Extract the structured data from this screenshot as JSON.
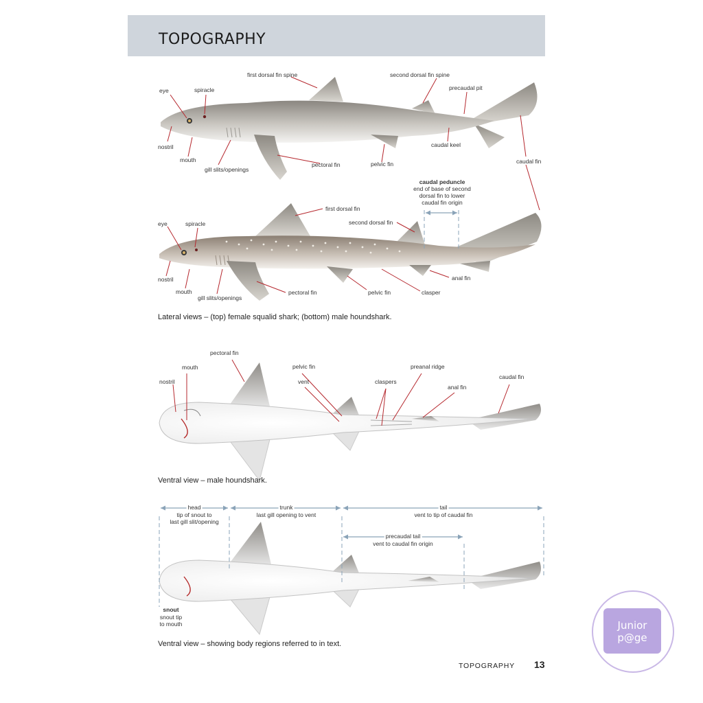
{
  "page": {
    "header_title": "TOPOGRAPHY",
    "running_head": "TOPOGRAPHY",
    "page_number": "13"
  },
  "figure1": {
    "top_labels": {
      "eye": "eye",
      "spiracle": "spiracle",
      "first_dorsal_fin_spine": "first dorsal fin spine",
      "second_dorsal_fin_spine": "second dorsal fin spine",
      "precaudal_pit": "precaudal pit",
      "nostril": "nostril",
      "mouth": "mouth",
      "gill_slits": "gill slits/openings",
      "pectoral_fin": "pectoral fin",
      "pelvic_fin": "pelvic fin",
      "caudal_keel": "caudal keel",
      "caudal_fin": "caudal fin"
    },
    "bottom_labels": {
      "caudal_peduncle_title": "caudal peduncle",
      "caudal_peduncle_desc_1": "end of base of second",
      "caudal_peduncle_desc_2": "dorsal fin to lower",
      "caudal_peduncle_desc_3": "caudal fin origin",
      "first_dorsal_fin": "first dorsal fin",
      "second_dorsal_fin": "second dorsal fin",
      "eye": "eye",
      "spiracle": "spiracle",
      "nostril": "nostril",
      "mouth": "mouth",
      "gill_slits": "gill slits/openings",
      "pectoral_fin": "pectoral fin",
      "pelvic_fin": "pelvic fin",
      "clasper": "clasper",
      "anal_fin": "anal fin"
    },
    "caption": "Lateral views – (top) female squalid shark; (bottom) male houndshark."
  },
  "figure2": {
    "labels": {
      "pectoral_fin": "pectoral fin",
      "mouth": "mouth",
      "nostril": "nostril",
      "pelvic_fin": "pelvic fin",
      "vent": "vent",
      "claspers": "claspers",
      "preanal_ridge": "preanal ridge",
      "anal_fin": "anal fin",
      "caudal_fin": "caudal fin"
    },
    "caption": "Ventral view – male houndshark."
  },
  "figure3": {
    "regions": {
      "head_title": "head",
      "head_desc_1": "tip of snout to",
      "head_desc_2": "last gill slit/opening",
      "trunk_title": "trunk",
      "trunk_desc": "last gill opening to vent",
      "tail_title": "tail",
      "tail_desc": "vent to tip of caudal fin",
      "precaudal_title": "precaudal tail",
      "precaudal_desc": "vent to caudal fin origin",
      "snout_title": "snout",
      "snout_desc_1": "snout tip",
      "snout_desc_2": "to mouth"
    },
    "caption": "Ventral view – showing body regions referred to in text."
  },
  "badge": {
    "line1": "Junior",
    "line2": "p@ge"
  },
  "colors": {
    "header_band": "#cfd5dc",
    "leader_line": "#b5272d",
    "dimension_line": "#8aa3b8",
    "badge": "#b9a6e0"
  }
}
